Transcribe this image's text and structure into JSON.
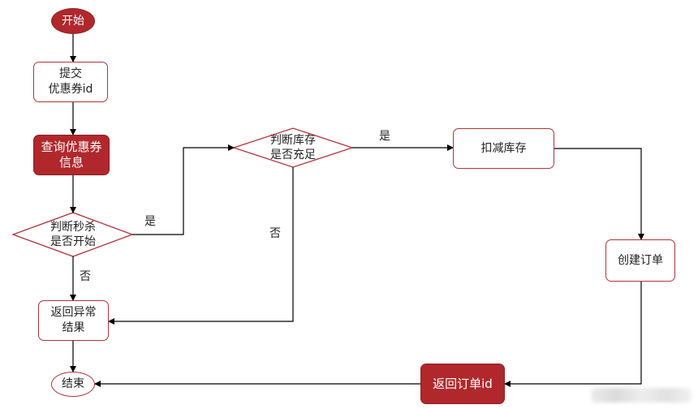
{
  "nodes": {
    "start": "开始",
    "submit": "提交\n优惠券id",
    "query": "查询优惠券\n信息",
    "check_begun": "判断秒杀\n是否开始",
    "check_stock": "判断库存\n是否充足",
    "deduct": "扣减库存",
    "create_order": "创建订单",
    "return_error": "返回异常\n结果",
    "return_order": "返回订单id",
    "end": "结束"
  },
  "edges": {
    "begun_yes": "是",
    "begun_no": "否",
    "stock_yes": "是",
    "stock_no": "否"
  },
  "colors": {
    "accent": "#b0282c",
    "outline": "#b0343a",
    "line": "#000000"
  }
}
